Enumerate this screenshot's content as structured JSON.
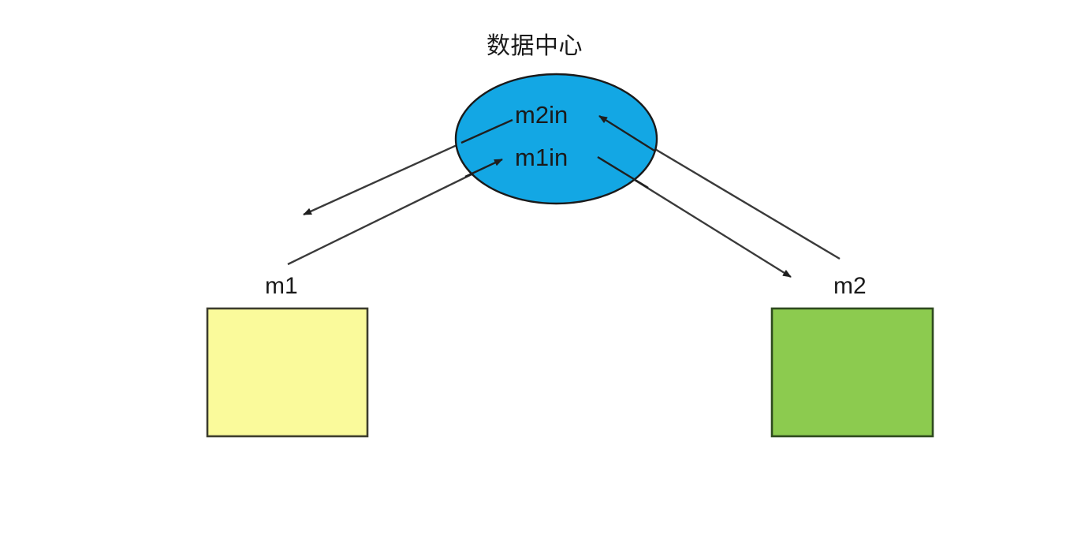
{
  "diagram": {
    "title": "数据中心",
    "nodes": [
      {
        "id": "datacenter",
        "shape": "ellipse",
        "label": "数据中心",
        "fill": "#13A7E4",
        "stroke": "#1a1a1a",
        "ports": [
          {
            "id": "m2in",
            "label": "m2in"
          },
          {
            "id": "m1in",
            "label": "m1in"
          }
        ]
      },
      {
        "id": "m1",
        "shape": "rectangle",
        "label": "m1",
        "fill": "#FAFA9B",
        "stroke": "#3d3d2e"
      },
      {
        "id": "m2",
        "shape": "rectangle",
        "label": "m2",
        "fill": "#8CCB4F",
        "stroke": "#2e4a1e"
      }
    ],
    "edges": [
      {
        "id": "edge-dc-to-m1",
        "from": "datacenter",
        "to": "m1",
        "direction": "outbound"
      },
      {
        "id": "edge-m1-to-m1in",
        "from": "m1",
        "to": "m1in",
        "direction": "inbound"
      },
      {
        "id": "edge-dc-to-m2",
        "from": "datacenter",
        "to": "m2",
        "direction": "outbound"
      },
      {
        "id": "edge-m2-to-m2in",
        "from": "m2",
        "to": "m2in",
        "direction": "inbound"
      }
    ],
    "edge_stroke": "#3a3a3a"
  }
}
